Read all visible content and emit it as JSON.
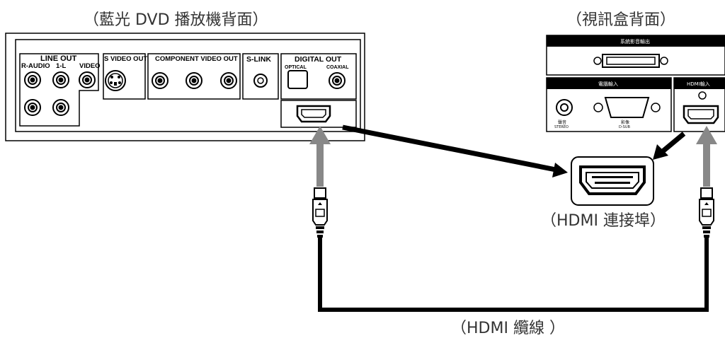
{
  "titles": {
    "dvd": "（藍光 DVD 播放機背面）",
    "stb": "（視訊盒背面）"
  },
  "dvd_panel": {
    "line_out": "LINE OUT",
    "r_audio": "R-AUDIO",
    "one_l": "1-L",
    "video": "VIDEO",
    "s_video_out": "S VIDEO OUT",
    "component_video_out": "COMPONENT VIDEO OUT",
    "s_link": "S-LINK",
    "digital_out": "DIGITAL OUT",
    "optical": "OPTICAL",
    "coaxial": "COAXIAL"
  },
  "stb_panel": {
    "system_video_out": "系統影音輸出",
    "pc_input": "電腦輸入",
    "hdmi_input": "HDMI輸入",
    "audio": "聲音",
    "stereo": "STEREO",
    "video": "影像",
    "dsub": "D-SUB"
  },
  "captions": {
    "hdmi_port": "（HDMI 連接埠）",
    "hdmi_cable": "（HDMI 纜線  ）"
  }
}
